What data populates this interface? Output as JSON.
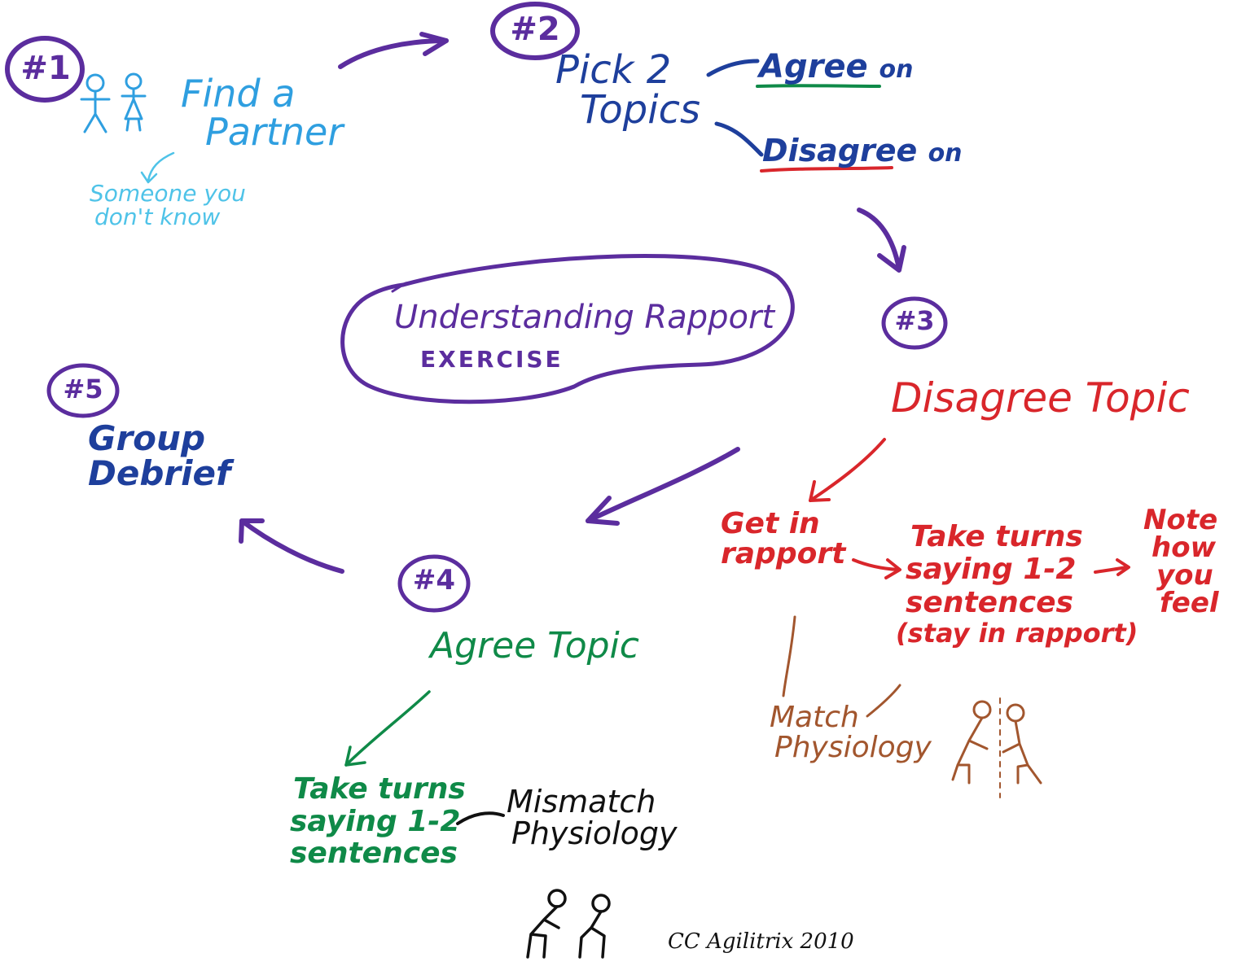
{
  "colors": {
    "purple": "#5b2d9e",
    "light_blue": "#2f9fe0",
    "pale_blue": "#4fc3e8",
    "navy": "#1e3f9c",
    "red": "#d9262b",
    "green": "#0f8a48",
    "brown": "#a2562e",
    "black": "#111111"
  },
  "title": {
    "line1": "Understanding Rapport",
    "line2": "EXERCISE"
  },
  "step1": {
    "number": "#1",
    "label_line1": "Find a",
    "label_line2": "Partner",
    "note_line1": "Someone you",
    "note_line2": "don't know"
  },
  "step2": {
    "number": "#2",
    "label_line1": "Pick 2",
    "label_line2": "Topics",
    "agree": "Agree",
    "disagree": "Disagree",
    "on": "on"
  },
  "step3": {
    "number": "#3",
    "heading": "Disagree Topic",
    "rapport_line1": "Get in",
    "rapport_line2": "rapport",
    "turns_line1": "Take turns",
    "turns_line2": "saying 1-2",
    "turns_line3": "sentences",
    "turns_line4": "(stay in rapport)",
    "note_line1": "Note",
    "note_line2": "how",
    "note_line3": "you",
    "note_line4": "feel",
    "match_line1": "Match",
    "match_line2": "Physiology"
  },
  "step4": {
    "number": "#4",
    "heading": "Agree Topic",
    "turns_line1": "Take turns",
    "turns_line2": "saying 1-2",
    "turns_line3": "sentences",
    "mismatch_line1": "Mismatch",
    "mismatch_line2": "Physiology"
  },
  "step5": {
    "number": "#5",
    "label_line1": "Group",
    "label_line2": "Debrief"
  },
  "credit": "CC Agilitrix 2010",
  "icons": {
    "partners": "two-stick-figures-icon",
    "match": "matching-figures-icon",
    "mismatch": "mismatching-figures-icon"
  }
}
